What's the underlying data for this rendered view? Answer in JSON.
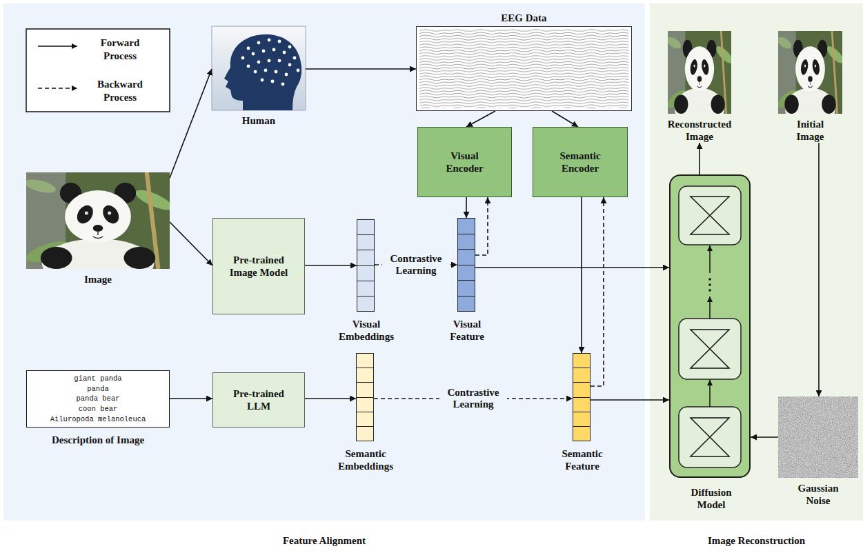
{
  "diagram": {
    "nodes": [
      {
        "text": [
          "Feature Alignment"
        ]
      },
      {
        "text": [
          "Image Reconstruction"
        ]
      },
      {
        "text": [
          "Human"
        ],
        "in": 0
      },
      {
        "text": [
          "Image"
        ],
        "in": 0
      },
      {
        "text": [
          "EEG Data"
        ],
        "in": 0
      },
      {
        "text": [
          "Visual Encoder"
        ],
        "in": 0
      },
      {
        "text": [
          "Semantic Encoder"
        ],
        "in": 0
      },
      {
        "text": [
          "Pre-trained Image Model"
        ],
        "in": 0
      },
      {
        "text": [
          "Visual Embeddings"
        ],
        "in": 0
      },
      {
        "text": [
          "Visual Feature"
        ],
        "in": 0
      },
      {
        "text": [
          "giant panda",
          "panda",
          "panda bear",
          "coon bear",
          "Ailuropoda melanoleuca",
          "Description of Image"
        ],
        "in": 0
      },
      {
        "text": [
          "Pre-trained LLM"
        ],
        "in": 0
      },
      {
        "text": [
          "Semantic Embeddings"
        ],
        "in": 0
      },
      {
        "text": [
          "Semantic Feature"
        ],
        "in": 0
      },
      {
        "text": [
          "Diffusion Model"
        ],
        "in": 1
      },
      {
        "text": [
          "Reconstructed Image"
        ],
        "in": 1
      },
      {
        "text": [
          "Initial Image"
        ],
        "in": 1
      },
      {
        "text": [
          "Gaussian Noise"
        ],
        "in": 1
      }
    ],
    "edges": [
      {
        "from": 3,
        "to": 2,
        "arrow": "to"
      },
      {
        "from": 3,
        "to": 7,
        "arrow": "to"
      },
      {
        "from": 2,
        "to": 4,
        "arrow": "to"
      },
      {
        "from": 4,
        "to": 5,
        "arrow": "to"
      },
      {
        "from": 4,
        "to": 6,
        "arrow": "to"
      },
      {
        "from": 5,
        "to": 9,
        "arrow": "to"
      },
      {
        "from": 9,
        "to": 5,
        "arrow": "to"
      },
      {
        "from": 7,
        "to": 8,
        "arrow": "to"
      },
      {
        "from": 8,
        "to": 9,
        "label": "Contrastive Learning",
        "arrow": "to"
      },
      {
        "from": 9,
        "to": 14,
        "arrow": "to"
      },
      {
        "from": 6,
        "to": 13,
        "arrow": "to"
      },
      {
        "from": 13,
        "to": 6,
        "arrow": "to"
      },
      {
        "from": 10,
        "to": 11,
        "arrow": "to"
      },
      {
        "from": 11,
        "to": 12,
        "arrow": "to"
      },
      {
        "from": 12,
        "to": 13,
        "label": "Contrastive Learning",
        "arrow": "to"
      },
      {
        "from": 13,
        "to": 14,
        "arrow": "to"
      },
      {
        "from": 14,
        "to": 15,
        "arrow": "to"
      },
      {
        "from": 16,
        "to": 17,
        "arrow": "to"
      },
      {
        "from": 17,
        "to": 14,
        "arrow": "to"
      }
    ],
    "legend": [
      {
        "text": "Forward Process"
      },
      {
        "text": "Backward Process"
      }
    ]
  }
}
